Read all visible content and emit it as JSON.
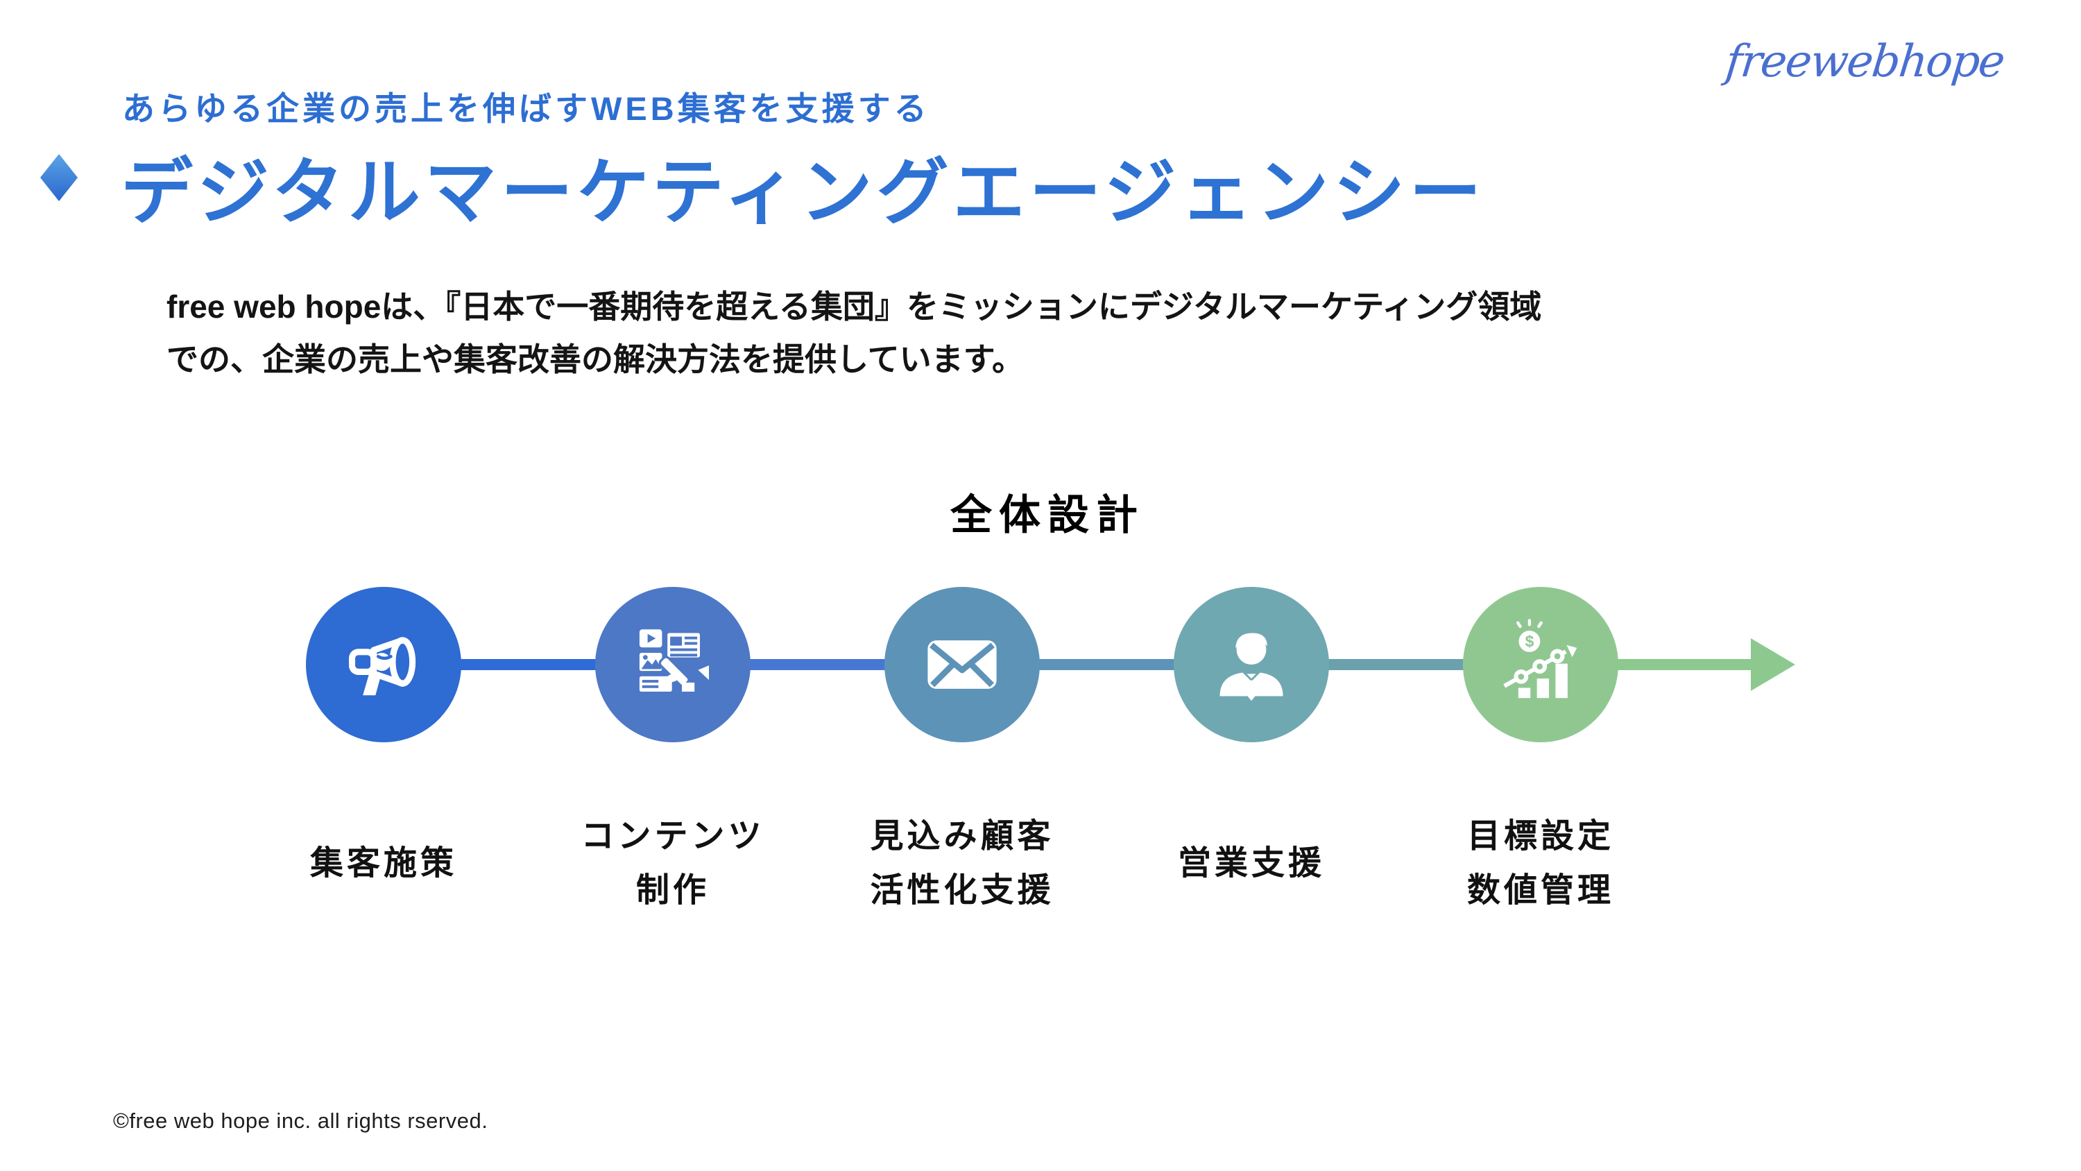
{
  "header": {
    "subtitle": "あらゆる企業の売上を伸ばすWEB集客を支援する",
    "title": "デジタルマーケティングエージェンシー",
    "title_color": "#2e72d3",
    "logo_text": "freewebhope",
    "logo_color": "#4b6fd1"
  },
  "intro": {
    "line1": "free web hopeは、『日本で一番期待を超える集団』をミッションにデジタルマーケティング領域",
    "line2": "での、企業の売上や集客改善の解決方法を提供しています。"
  },
  "diagram": {
    "heading": "全体設計",
    "arrow_color": "#8dc98f",
    "steps": [
      {
        "icon": "megaphone-icon",
        "color": "#2e6bd3",
        "connector_color": "#2f6bd6",
        "label_lines": [
          "集客施策"
        ]
      },
      {
        "icon": "content-creation-icon",
        "color": "#4d78c6",
        "connector_color": "#4677d2",
        "label_lines": [
          "コンテンツ",
          "制作"
        ]
      },
      {
        "icon": "envelope-icon",
        "color": "#5e93b8",
        "connector_color": "#5e93b8",
        "label_lines": [
          "見込み顧客",
          "活性化支援"
        ]
      },
      {
        "icon": "businessman-icon",
        "color": "#6fa8b1",
        "connector_color": "#6ba1ad",
        "label_lines": [
          "営業支援"
        ]
      },
      {
        "icon": "growth-chart-icon",
        "color": "#90c791",
        "connector_color": "#8dc98f",
        "label_lines": [
          "目標設定",
          "数値管理"
        ]
      }
    ]
  },
  "footer": {
    "copyright": "©free web hope inc. all rights rserved."
  }
}
